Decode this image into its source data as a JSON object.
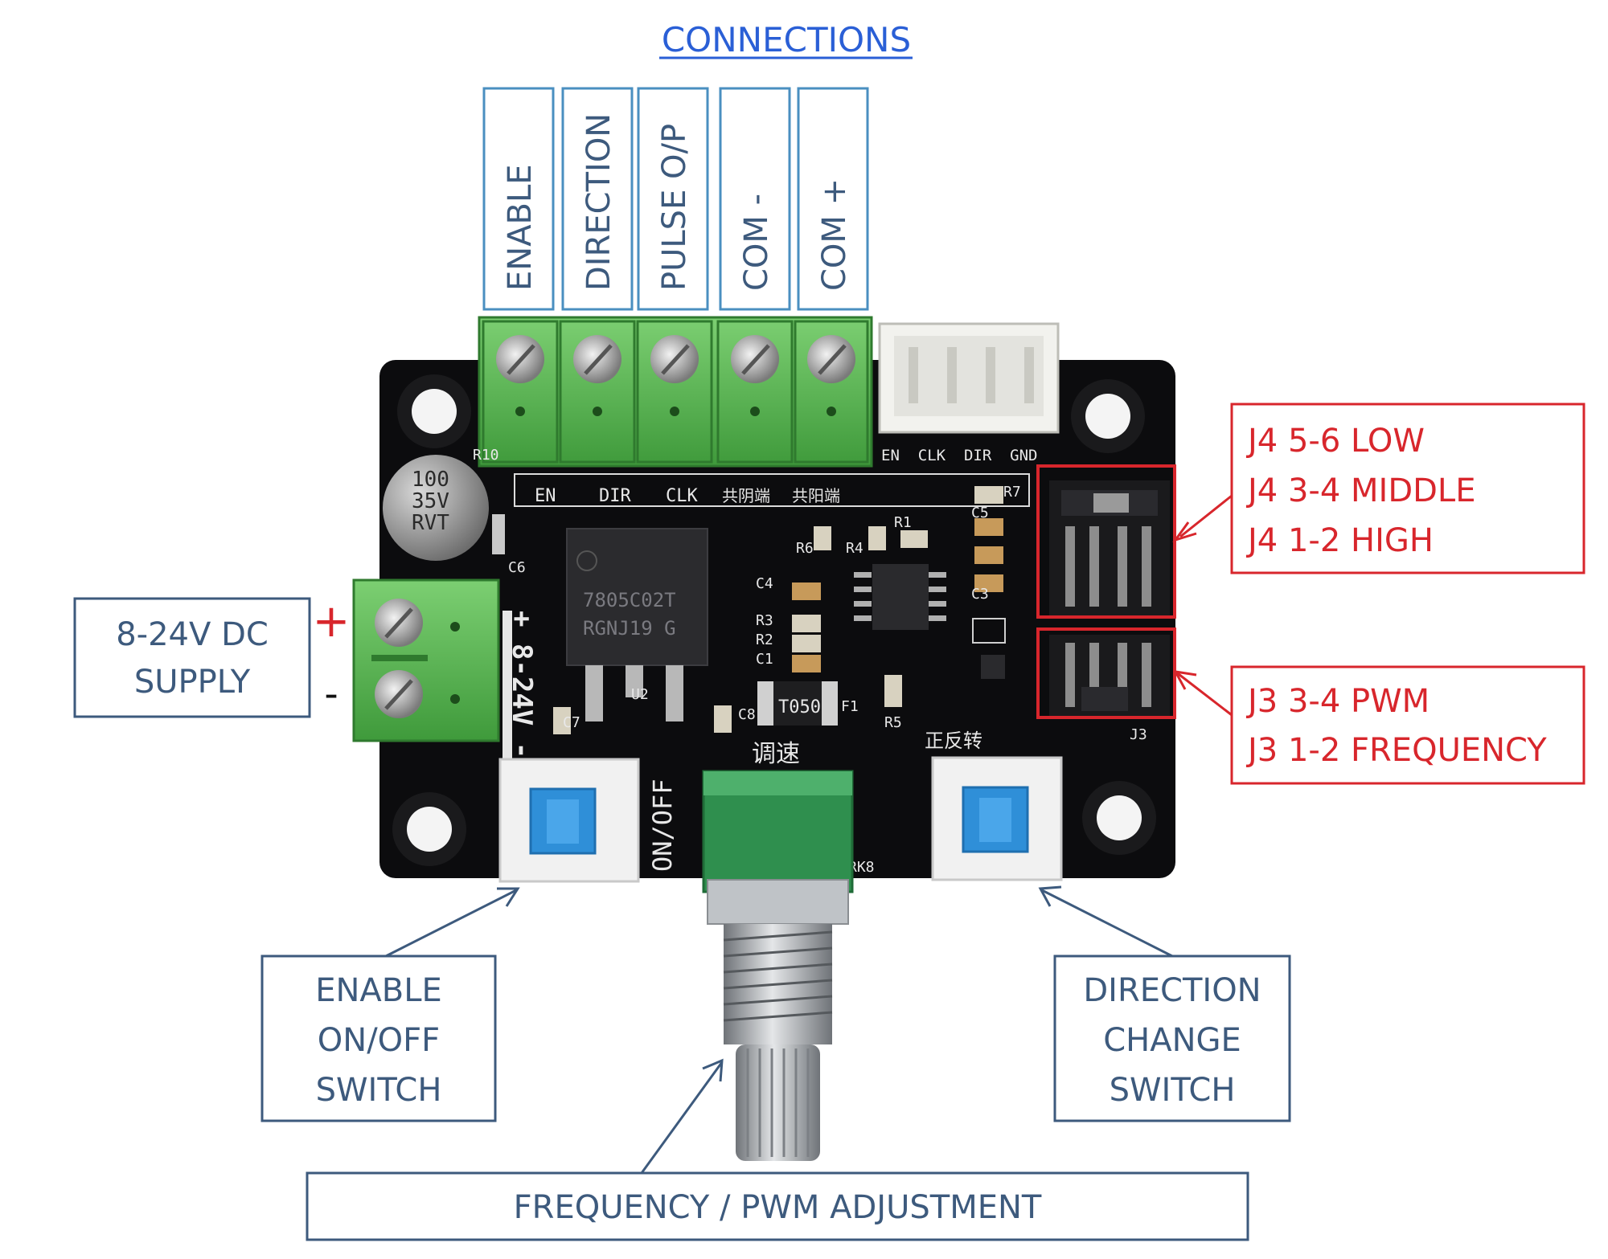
{
  "title": "CONNECTIONS",
  "terminals": [
    "ENABLE",
    "DIRECTION",
    "PULSE O/P",
    "COM -",
    "COM +"
  ],
  "supply": {
    "line1": "8-24V DC",
    "line2": "SUPPLY",
    "plus": "+",
    "minus": "-"
  },
  "jumper_j4": [
    "J4 5-6 LOW",
    "J4 3-4 MIDDLE",
    "J4 1-2 HIGH"
  ],
  "jumper_j3": [
    "J3 3-4 PWM",
    "J3 1-2 FREQUENCY"
  ],
  "enable_switch": [
    "ENABLE",
    "ON/OFF",
    "SWITCH"
  ],
  "direction_switch": [
    "DIRECTION",
    "CHANGE",
    "SWITCH"
  ],
  "pot_label": "FREQUENCY / PWM ADJUSTMENT",
  "board": {
    "terminal_silk": [
      "EN",
      "DIR",
      "CLK",
      "共阴端",
      "共阳端"
    ],
    "header_silk": "EN  CLK  DIR  GND",
    "cap_text": [
      "100",
      "35V",
      "RVT"
    ],
    "regulator_text": [
      "7805C02T",
      "RGNJ19 G"
    ],
    "power_silk": "+ 8-24V -",
    "onoff_silk": "ON/OFF",
    "speed_silk": "调速",
    "direction_silk": "正反转",
    "inductor_text": "T050",
    "component_labels": [
      "R10",
      "C6",
      "C7",
      "U2",
      "C8",
      "F1",
      "R6",
      "R4",
      "R1",
      "C4",
      "R3",
      "R2",
      "C1",
      "R7",
      "C5",
      "C3",
      "R5",
      "J3",
      "RK8"
    ]
  }
}
